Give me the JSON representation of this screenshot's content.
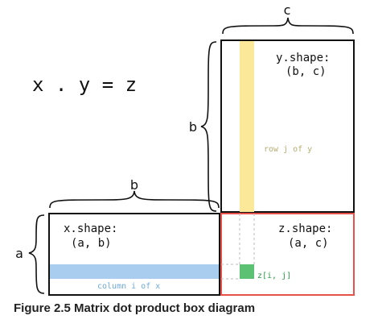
{
  "diagram": {
    "equation": "x . y = z",
    "x_matrix": {
      "shape_label": "x.shape:",
      "shape_value": "(a, b)"
    },
    "y_matrix": {
      "shape_label": "y.shape:",
      "shape_value": "(b, c)"
    },
    "z_matrix": {
      "shape_label": "z.shape:",
      "shape_value": "(a, c)"
    },
    "x_highlight_label": "column i of x",
    "y_highlight_label": "row j of y",
    "z_element_label": "z[i, j]",
    "dim_labels": {
      "top_c": "c",
      "mid_b_left": "b",
      "bottom_b": "b",
      "left_a": "a"
    },
    "colors": {
      "x_strip": "#a9cdee",
      "y_strip": "#fbe999",
      "z_cell": "#5cc173",
      "z_border": "#e8504a",
      "x_label_text": "#6fa9dd",
      "y_label_text": "#b7ad75",
      "z_label_text": "#2d9a4a"
    }
  },
  "caption": "Figure 2.5 Matrix dot product box diagram"
}
